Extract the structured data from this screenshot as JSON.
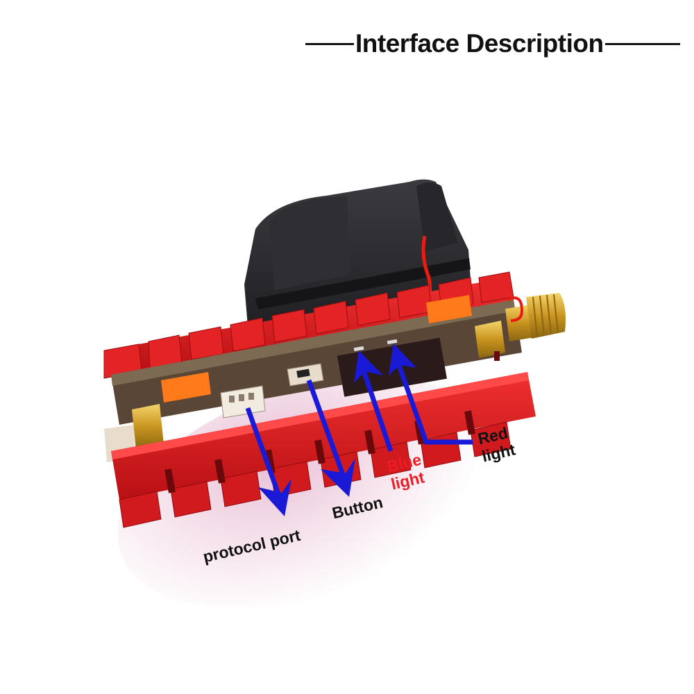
{
  "header": {
    "title": "Interface Description"
  },
  "product": {
    "description": "Red finned aluminium heatsink video transmitter module with black cooling fan and gold SMA antenna connector",
    "colors": {
      "heatsink": "#d81818",
      "heatsink_dark": "#8e0c10",
      "fan": "#2a2a2e",
      "pcb": "#6b5a44",
      "sma_gold": "#d4a82a",
      "background": "#ffffff"
    }
  },
  "annotations": {
    "arrow_color": "#1a1ad6",
    "items": [
      {
        "id": "protocol-port",
        "label": "protocol port",
        "color": "#111111"
      },
      {
        "id": "button",
        "label": "Button",
        "color": "#111111"
      },
      {
        "id": "blue-light",
        "label_line1": "Blue",
        "label_line2": "light",
        "color": "#ee1c24"
      },
      {
        "id": "red-light",
        "label_line1": "Red",
        "label_line2": "light",
        "color": "#111111"
      }
    ]
  }
}
